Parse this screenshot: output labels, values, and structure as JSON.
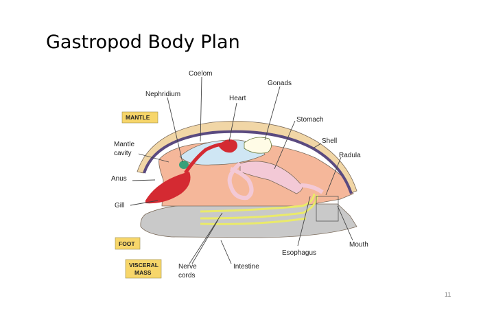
{
  "slide": {
    "title": "Gastropod Body Plan",
    "page_number": "11"
  },
  "diagram": {
    "labels": {
      "coelom": "Coelom",
      "gonads": "Gonads",
      "nephridium": "Nephridium",
      "heart": "Heart",
      "stomach": "Stomach",
      "shell": "Shell",
      "radula": "Radula",
      "mantle_cavity_line1": "Mantle",
      "mantle_cavity_line2": "cavity",
      "anus": "Anus",
      "gill": "Gill",
      "esophagus": "Esophagus",
      "mouth": "Mouth",
      "intestine": "Intestine",
      "nerve_cords_line1": "Nerve",
      "nerve_cords_line2": "cords"
    },
    "body_region_tags": {
      "mantle": "MANTLE",
      "foot": "FOOT",
      "visceral_mass_line1": "VISCERAL",
      "visceral_mass_line2": "MASS"
    },
    "colors": {
      "shell": "#f1d6a6",
      "mantle_band": "#5a4a80",
      "visceral_mass": "#f5b79a",
      "foot": "#c9c9c9",
      "coelom": "#cfe6f4",
      "heart_and_gill": "#d42a32",
      "digestive_tract": "#f3c9d6",
      "nerve_cords": "#eaea6a",
      "nephridium": "#3aa07a",
      "tag_fill": "#f7d66a"
    }
  }
}
